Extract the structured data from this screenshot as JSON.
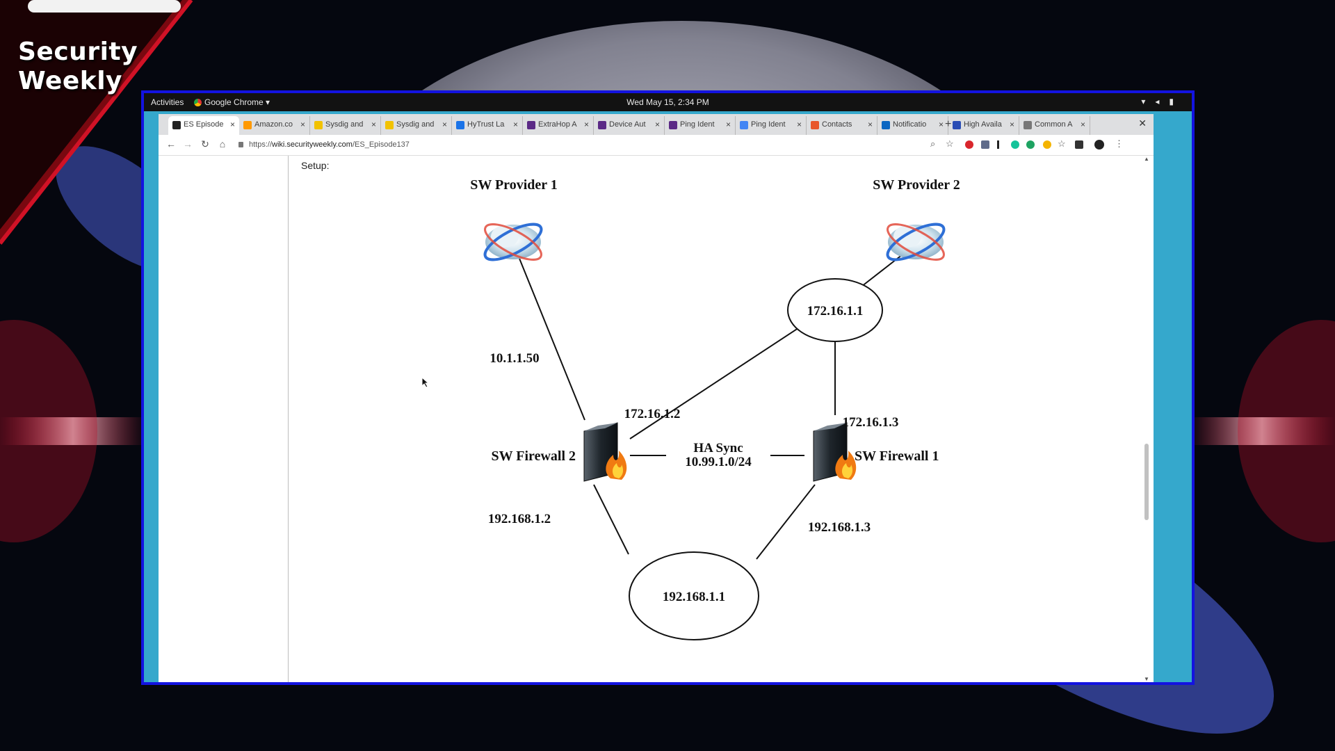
{
  "overlay": {
    "brand_line1": "Security",
    "brand_line2": "Weekly"
  },
  "topbar": {
    "activities": "Activities",
    "app_menu": "Google Chrome ▾",
    "clock": "Wed May 15, 2:34 PM"
  },
  "tabs": [
    {
      "label": "ES Episode",
      "favicon_color": "#222222",
      "active": true
    },
    {
      "label": "Amazon.co",
      "favicon_color": "#ff9900"
    },
    {
      "label": "Sysdig and",
      "favicon_color": "#f2c200"
    },
    {
      "label": "Sysdig and",
      "favicon_color": "#f2c200"
    },
    {
      "label": "HyTrust La",
      "favicon_color": "#1a73e8"
    },
    {
      "label": "ExtraHop A",
      "favicon_color": "#5b2a86"
    },
    {
      "label": "Device Aut",
      "favicon_color": "#5b2a86"
    },
    {
      "label": "Ping Ident",
      "favicon_color": "#5b2a86"
    },
    {
      "label": "Ping Ident",
      "favicon_color": "#4285f4"
    },
    {
      "label": "Contacts",
      "favicon_color": "#e8562a"
    },
    {
      "label": "Notificatio",
      "favicon_color": "#0a66c2"
    },
    {
      "label": "High Availa",
      "favicon_color": "#2a4db5"
    },
    {
      "label": "Common A",
      "favicon_color": "#777777"
    }
  ],
  "toolbar": {
    "url_prefix": "https://",
    "url_host": "wiki.securityweekly.com",
    "url_path": "/ES_Episode137"
  },
  "page": {
    "setup_label": "Setup:"
  },
  "diagram": {
    "provider1": "SW Provider 1",
    "provider2": "SW Provider 2",
    "node_172_16_1_1": "172.16.1.1",
    "node_192_168_1_1": "192.168.1.1",
    "firewall1": "SW Firewall 1",
    "firewall2": "SW Firewall 2",
    "ip_10_1_1_50": "10.1.1.50",
    "ip_172_16_1_2": "172.16.1.2",
    "ip_172_16_1_3": "172.16.1.3",
    "ip_192_168_1_2": "192.168.1.2",
    "ip_192_168_1_3": "192.168.1.3",
    "ha_sync": "HA Sync",
    "ha_subnet": "10.99.1.0/24"
  }
}
